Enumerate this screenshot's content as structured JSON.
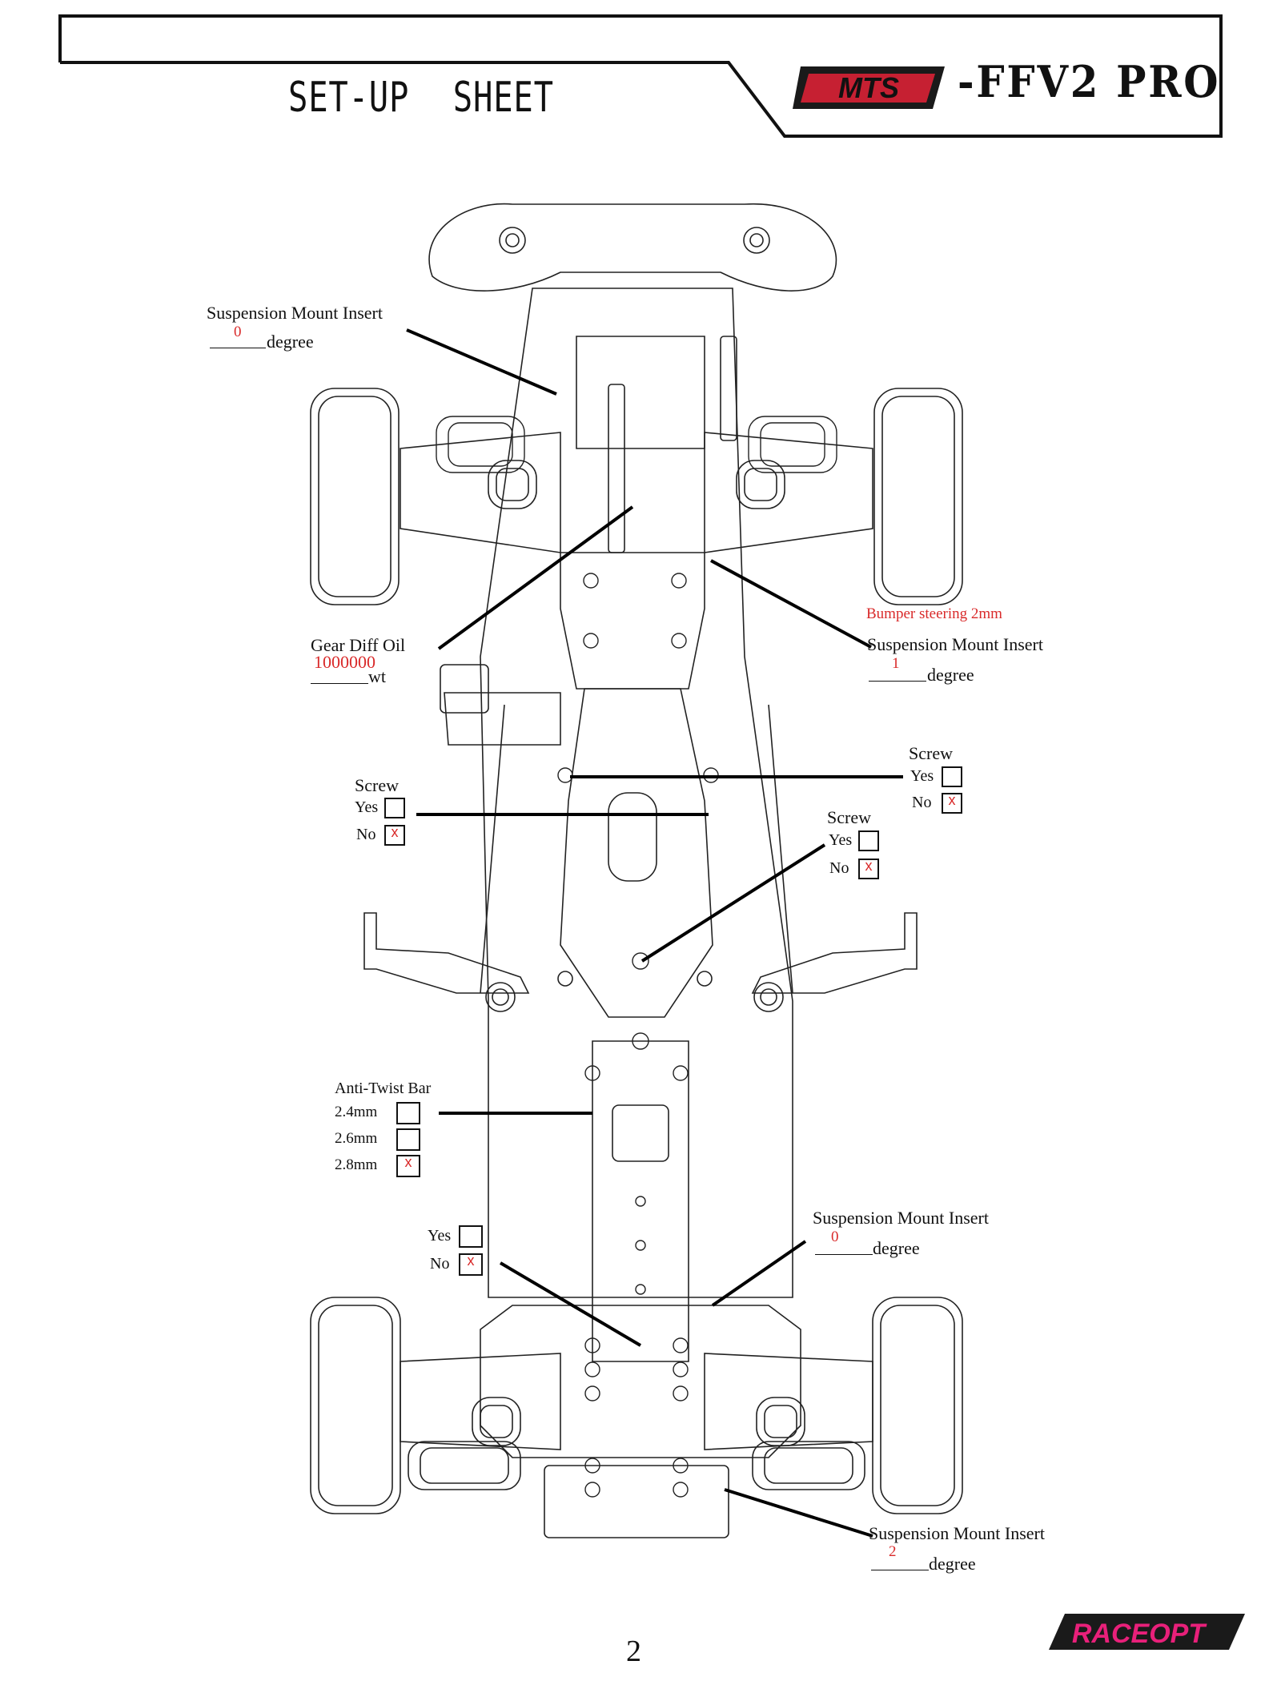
{
  "header": {
    "title_left": "SET-UP",
    "title_right": "SHEET",
    "brand_logo_text": "MTS",
    "model": "-FFV2 PRO"
  },
  "front_upper_mount": {
    "label": "Suspension Mount Insert",
    "value": "0",
    "unit": "degree"
  },
  "gear_diff": {
    "label": "Gear Diff Oil",
    "value": "1000000",
    "unit": "wt"
  },
  "bumper_note": "Bumper steering 2mm",
  "front_lower_mount": {
    "label": "Suspension Mount Insert",
    "value": "1",
    "unit": "degree"
  },
  "screw_right": {
    "label": "Screw",
    "yes_label": "Yes",
    "no_label": "No",
    "yes_mark": "",
    "no_mark": "x"
  },
  "screw_left": {
    "label": "Screw",
    "yes_label": "Yes",
    "no_label": "No",
    "yes_mark": "",
    "no_mark": "x"
  },
  "screw_center": {
    "label": "Screw",
    "yes_label": "Yes",
    "no_label": "No",
    "yes_mark": "",
    "no_mark": "x"
  },
  "anti_twist": {
    "label": "Anti-Twist Bar",
    "options": [
      {
        "label": "2.4mm",
        "mark": ""
      },
      {
        "label": "2.6mm",
        "mark": ""
      },
      {
        "label": "2.8mm",
        "mark": "x"
      }
    ]
  },
  "rear_toggle": {
    "yes_label": "Yes",
    "no_label": "No",
    "yes_mark": "",
    "no_mark": "x"
  },
  "rear_upper_mount": {
    "label": "Suspension Mount Insert",
    "value": "0",
    "unit": "degree"
  },
  "rear_lower_mount": {
    "label": "Suspension Mount Insert",
    "value": "2",
    "unit": "degree"
  },
  "footer": {
    "page_number": "2",
    "logo_text": "RACEOPT"
  },
  "colors": {
    "annotation": "#d92a2a",
    "logo_pink": "#e8207a",
    "line": "#111111"
  }
}
